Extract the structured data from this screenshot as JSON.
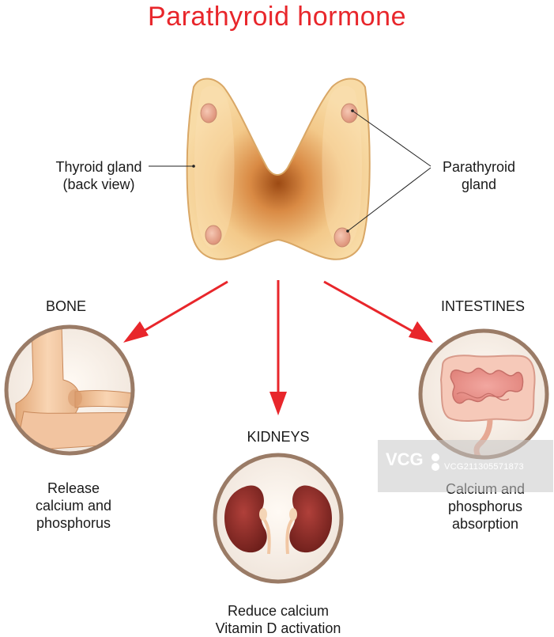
{
  "title": "Parathyroid hormone",
  "labels": {
    "thyroid_line1": "Thyroid gland",
    "thyroid_line2": "(back view)",
    "parathyroid_line1": "Parathyroid",
    "parathyroid_line2": "gland",
    "bone": "BONE",
    "kidneys": "KIDNEYS",
    "intestines": "INTESTINES"
  },
  "effects": {
    "bone": [
      "Release",
      "calcium and",
      "phosphorus"
    ],
    "intestines": [
      "Calcium and",
      "phosphorus",
      "absorption"
    ],
    "kidneys": [
      "Reduce calcium",
      "Vitamin D activation"
    ]
  },
  "watermark": {
    "logo": "VCG",
    "code": "VCG211305571873"
  },
  "colors": {
    "title": "#e8262b",
    "arrow": "#e8262b",
    "gland": "#f3c98a",
    "parathyroid": "#e9a98f",
    "kidney": "#8b2a25",
    "circle_border": "#9a7b66"
  }
}
